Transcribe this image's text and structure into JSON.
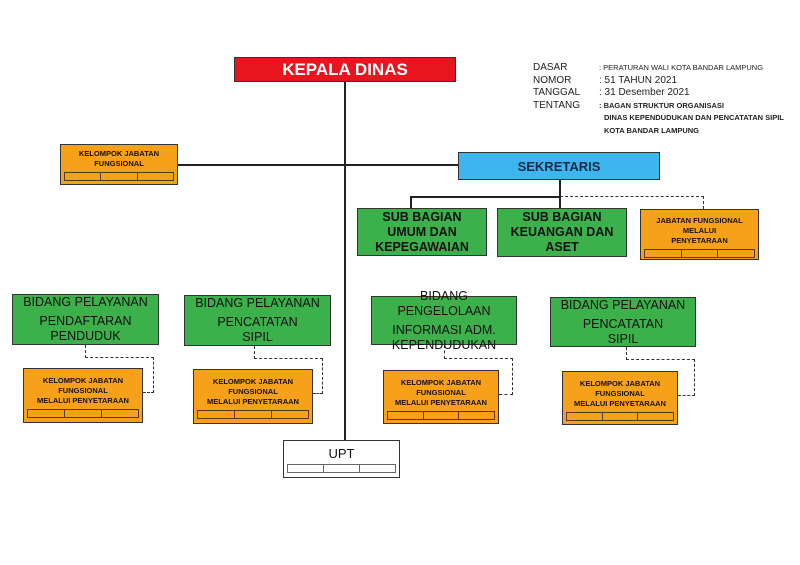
{
  "info": {
    "rows": [
      {
        "key": "DASAR",
        "value": ": PERATURAN WALI KOTA BANDAR LAMPUNG"
      },
      {
        "key": "NOMOR",
        "value": ": 51 TAHUN 2021"
      },
      {
        "key": "TANGGAL",
        "value": ": 31 Desember 2021"
      },
      {
        "key": "TENTANG",
        "value": ": BAGAN STRUKTUR ORGANISASI"
      }
    ],
    "tentang_line2": "DINAS KEPENDUDUKAN DAN PENCATATAN SIPIL",
    "tentang_line3": "KOTA BANDAR LAMPUNG"
  },
  "kepala": "KEPALA DINAS",
  "kelompok_top": {
    "l1": "KELOMPOK JABATAN",
    "l2": "FUNGSIONAL"
  },
  "sekretaris": "SEKRETARIS",
  "sub1": {
    "l1": "SUB BAGIAN",
    "l2": "UMUM DAN",
    "l3": "KEPEGAWAIAN"
  },
  "sub2": {
    "l1": "SUB BAGIAN",
    "l2": "KEUANGAN DAN",
    "l3": "ASET"
  },
  "jabatan": {
    "l1": "JABATAN FUNGSIONAL",
    "l2": "MELALUI",
    "l3": "PENYETARAAN"
  },
  "bidang": [
    {
      "l1": "BIDANG PELAYANAN",
      "l2": "PENDAFTARAN",
      "l3": "PENDUDUK"
    },
    {
      "l1": "BIDANG PELAYANAN",
      "l2": "PENCATATAN",
      "l3": "SIPIL"
    },
    {
      "l1": "BIDANG PENGELOLAAN",
      "l2": "INFORMASI ADM.",
      "l3": "KEPENDUDUKAN"
    },
    {
      "l1": "BIDANG PELAYANAN",
      "l2": "PENCATATAN",
      "l3": "SIPIL"
    }
  ],
  "kelompok": {
    "l1": "KELOMPOK JABATAN",
    "l2": "FUNGSIONAL",
    "l3": "MELALUI PENYETARAAN"
  },
  "upt": "UPT",
  "colors": {
    "red": "#e8141e",
    "blue": "#3db6ef",
    "green": "#3cb04a",
    "orange": "#f7a11a"
  }
}
